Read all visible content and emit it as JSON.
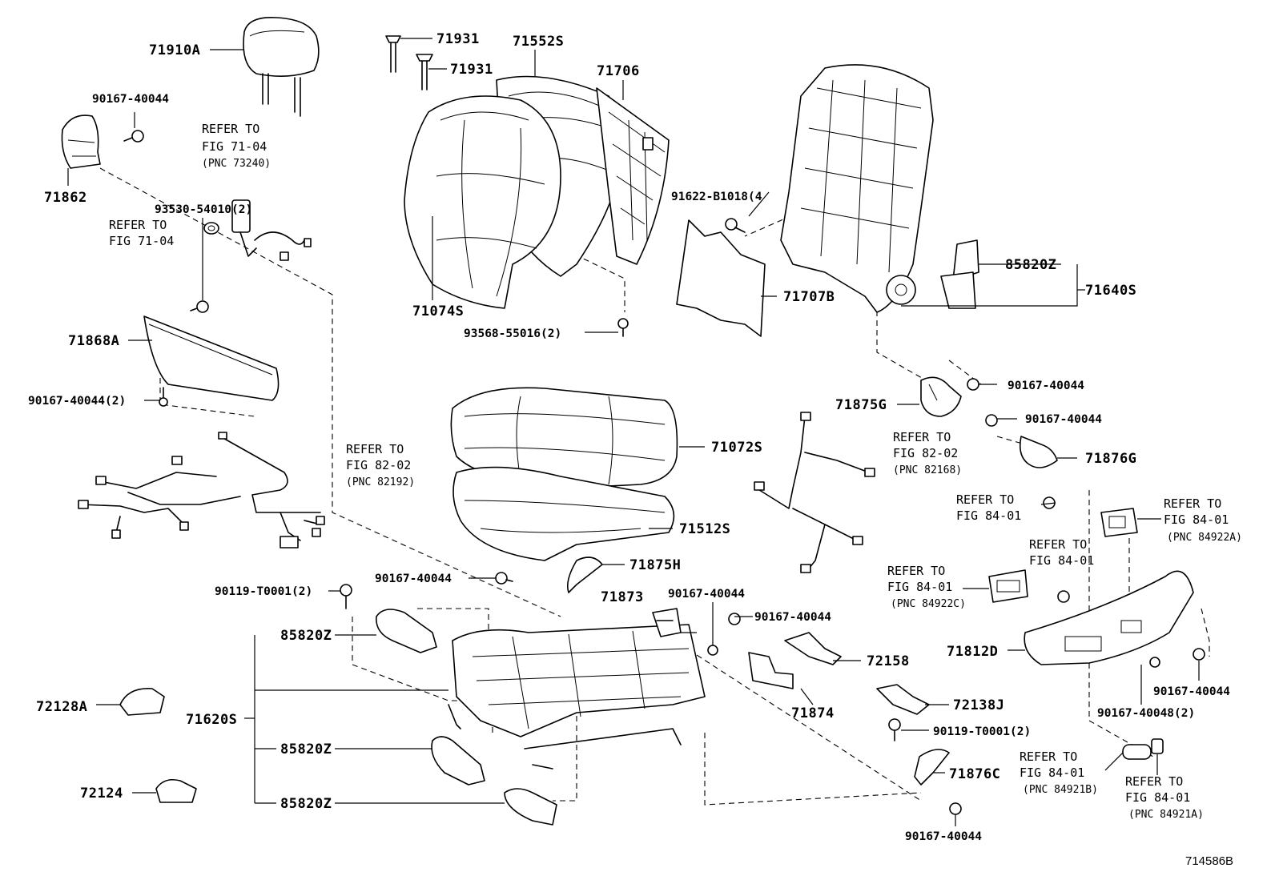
{
  "parts": {
    "headrest": "71910A",
    "bolt_71931_a": "71931",
    "bolt_71931_b": "71931",
    "back_cover": "71552S",
    "back_board": "71706",
    "screw_top_left": "90167-40044",
    "cover_71862": "71862",
    "back_pad": "71074S",
    "screw_91622": "91622-B1018(4",
    "back_insert": "71707B",
    "motor_85820z_back": "85820Z",
    "back_frame": "71640S",
    "screw_93530": "93530-54010(2)",
    "panel_71868a": "71868A",
    "screw_93568": "93568-55016(2)",
    "screw_90167_2": "90167-40044(2)",
    "cover_71875g": "71875G",
    "screw_right_1": "90167-40044",
    "screw_right_2": "90167-40044",
    "cover_71876g": "71876G",
    "cushion_cover": "71072S",
    "cushion_pad": "71512S",
    "screw_center": "90167-40044",
    "cover_71875h": "71875H",
    "screw_90119_left": "90119-T0001(2)",
    "bracket_71873": "71873",
    "screw_71873": "90167-40044",
    "screw_71874": "90167-40044",
    "motor_85820z_1": "85820Z",
    "cover_72158": "72158",
    "shield_71812d": "71812D",
    "cover_72128a": "72128A",
    "track_71620s": "71620S",
    "bracket_71874": "71874",
    "cover_72138j": "72138J",
    "screw_shield_r": "90167-40044",
    "screw_90119_right": "90119-T0001(2)",
    "motor_85820z_2": "85820Z",
    "cover_71876c": "71876C",
    "screw_90167_48": "90167-40048(2)",
    "cover_72124": "72124",
    "motor_85820z_3": "85820Z",
    "screw_bottom": "90167-40044"
  },
  "refs": {
    "belt": {
      "line1": "REFER TO",
      "line2": "FIG 71-04",
      "line3": "(PNC 73240)"
    },
    "grommet": {
      "line1": "REFER TO",
      "line2": "FIG 71-04"
    },
    "wire_left": {
      "line1": "REFER TO",
      "line2": "FIG 82-02",
      "line3": "(PNC 82192)"
    },
    "wire_right": {
      "line1": "REFER TO",
      "line2": "FIG 82-02",
      "line3": "(PNC 82168)"
    },
    "switch_screw": {
      "line1": "REFER TO",
      "line2": "FIG 84-01"
    },
    "switch_a": {
      "line1": "REFER TO",
      "line2": "FIG 84-01",
      "line3": "(PNC 84922A)"
    },
    "switch_screw2": {
      "line1": "REFER TO",
      "line2": "FIG 84-01"
    },
    "switch_c": {
      "line1": "REFER TO",
      "line2": "FIG 84-01",
      "line3": "(PNC 84922C)"
    },
    "knob_b": {
      "line1": "REFER TO",
      "line2": "FIG 84-01",
      "line3": "(PNC 84921B)"
    },
    "knob_a": {
      "line1": "REFER TO",
      "line2": "FIG 84-01",
      "line3": "(PNC 84921A)"
    }
  },
  "figure_id": "714586B"
}
